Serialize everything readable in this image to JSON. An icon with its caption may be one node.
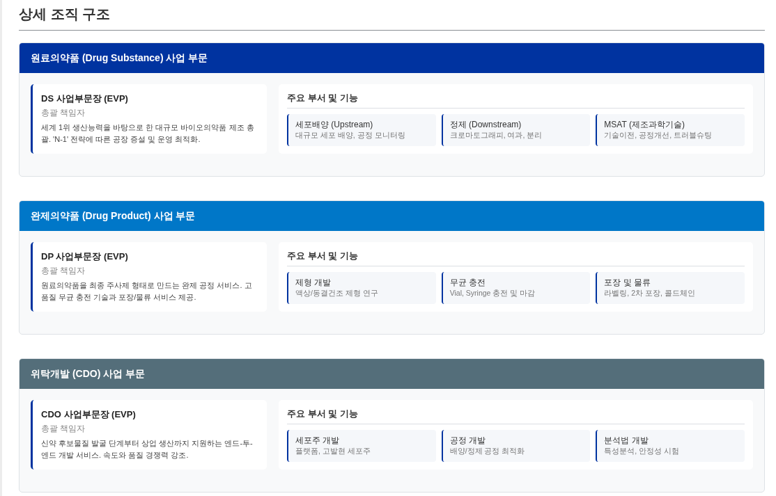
{
  "diagram": {
    "title": "상세 조직 구조",
    "nodes": [
      {
        "text": [
          "원료의약품 (Drug Substance) 사업 부문"
        ]
      },
      {
        "text": [
          "DS 사업부문장 (EVP)",
          "총괄 책임자",
          "세계 1위 생산능력을 바탕으로 한 대규모 바이오의약품 제조 총괄. 'N-1' 전략에 따른 공장 증설 및 운영 최적화."
        ],
        "in": 0
      },
      {
        "text": [
          "주요 부서 및 기능"
        ],
        "in": 0
      },
      {
        "text": [
          "세포배양 (Upstream)",
          "대규모 세포 배양, 공정 모니터링"
        ],
        "in": 2
      },
      {
        "text": [
          "정제 (Downstream)",
          "크로마토그래피, 여과, 분리"
        ],
        "in": 2
      },
      {
        "text": [
          "MSAT (제조과학기술)",
          "기술이전, 공정개선, 트러블슈팅"
        ],
        "in": 2
      },
      {
        "text": [
          "완제의약품 (Drug Product) 사업 부문"
        ]
      },
      {
        "text": [
          "DP 사업부문장 (EVP)",
          "총괄 책임자",
          "원료의약품을 최종 주사제 형태로 만드는 완제 공정 서비스. 고품질 무균 충전 기술과 포장/물류 서비스 제공."
        ],
        "in": 6
      },
      {
        "text": [
          "주요 부서 및 기능"
        ],
        "in": 6
      },
      {
        "text": [
          "제형 개발",
          "액상/동결건조 제형 연구"
        ],
        "in": 8
      },
      {
        "text": [
          "무균 충전",
          "Vial, Syringe 충전 및 마감"
        ],
        "in": 8
      },
      {
        "text": [
          "포장 및 물류",
          "라벨링, 2차 포장, 콜드체인"
        ],
        "in": 8
      },
      {
        "text": [
          "위탁개발 (CDO) 사업 부문"
        ]
      },
      {
        "text": [
          "CDO 사업부문장 (EVP)",
          "총괄 책임자",
          "신약 후보물질 발굴 단계부터 상업 생산까지 지원하는 엔드-투-엔드 개발 서비스. 속도와 품질 경쟁력 강조."
        ],
        "in": 12
      },
      {
        "text": [
          "주요 부서 및 기능"
        ],
        "in": 12
      },
      {
        "text": [
          "세포주 개발",
          "플랫폼, 고발현 세포주"
        ],
        "in": 14
      },
      {
        "text": [
          "공정 개발",
          "배양/정제 공정 최적화"
        ],
        "in": 14
      },
      {
        "text": [
          "분석법 개발",
          "특성분석, 안정성 시험"
        ],
        "in": 14
      }
    ]
  }
}
